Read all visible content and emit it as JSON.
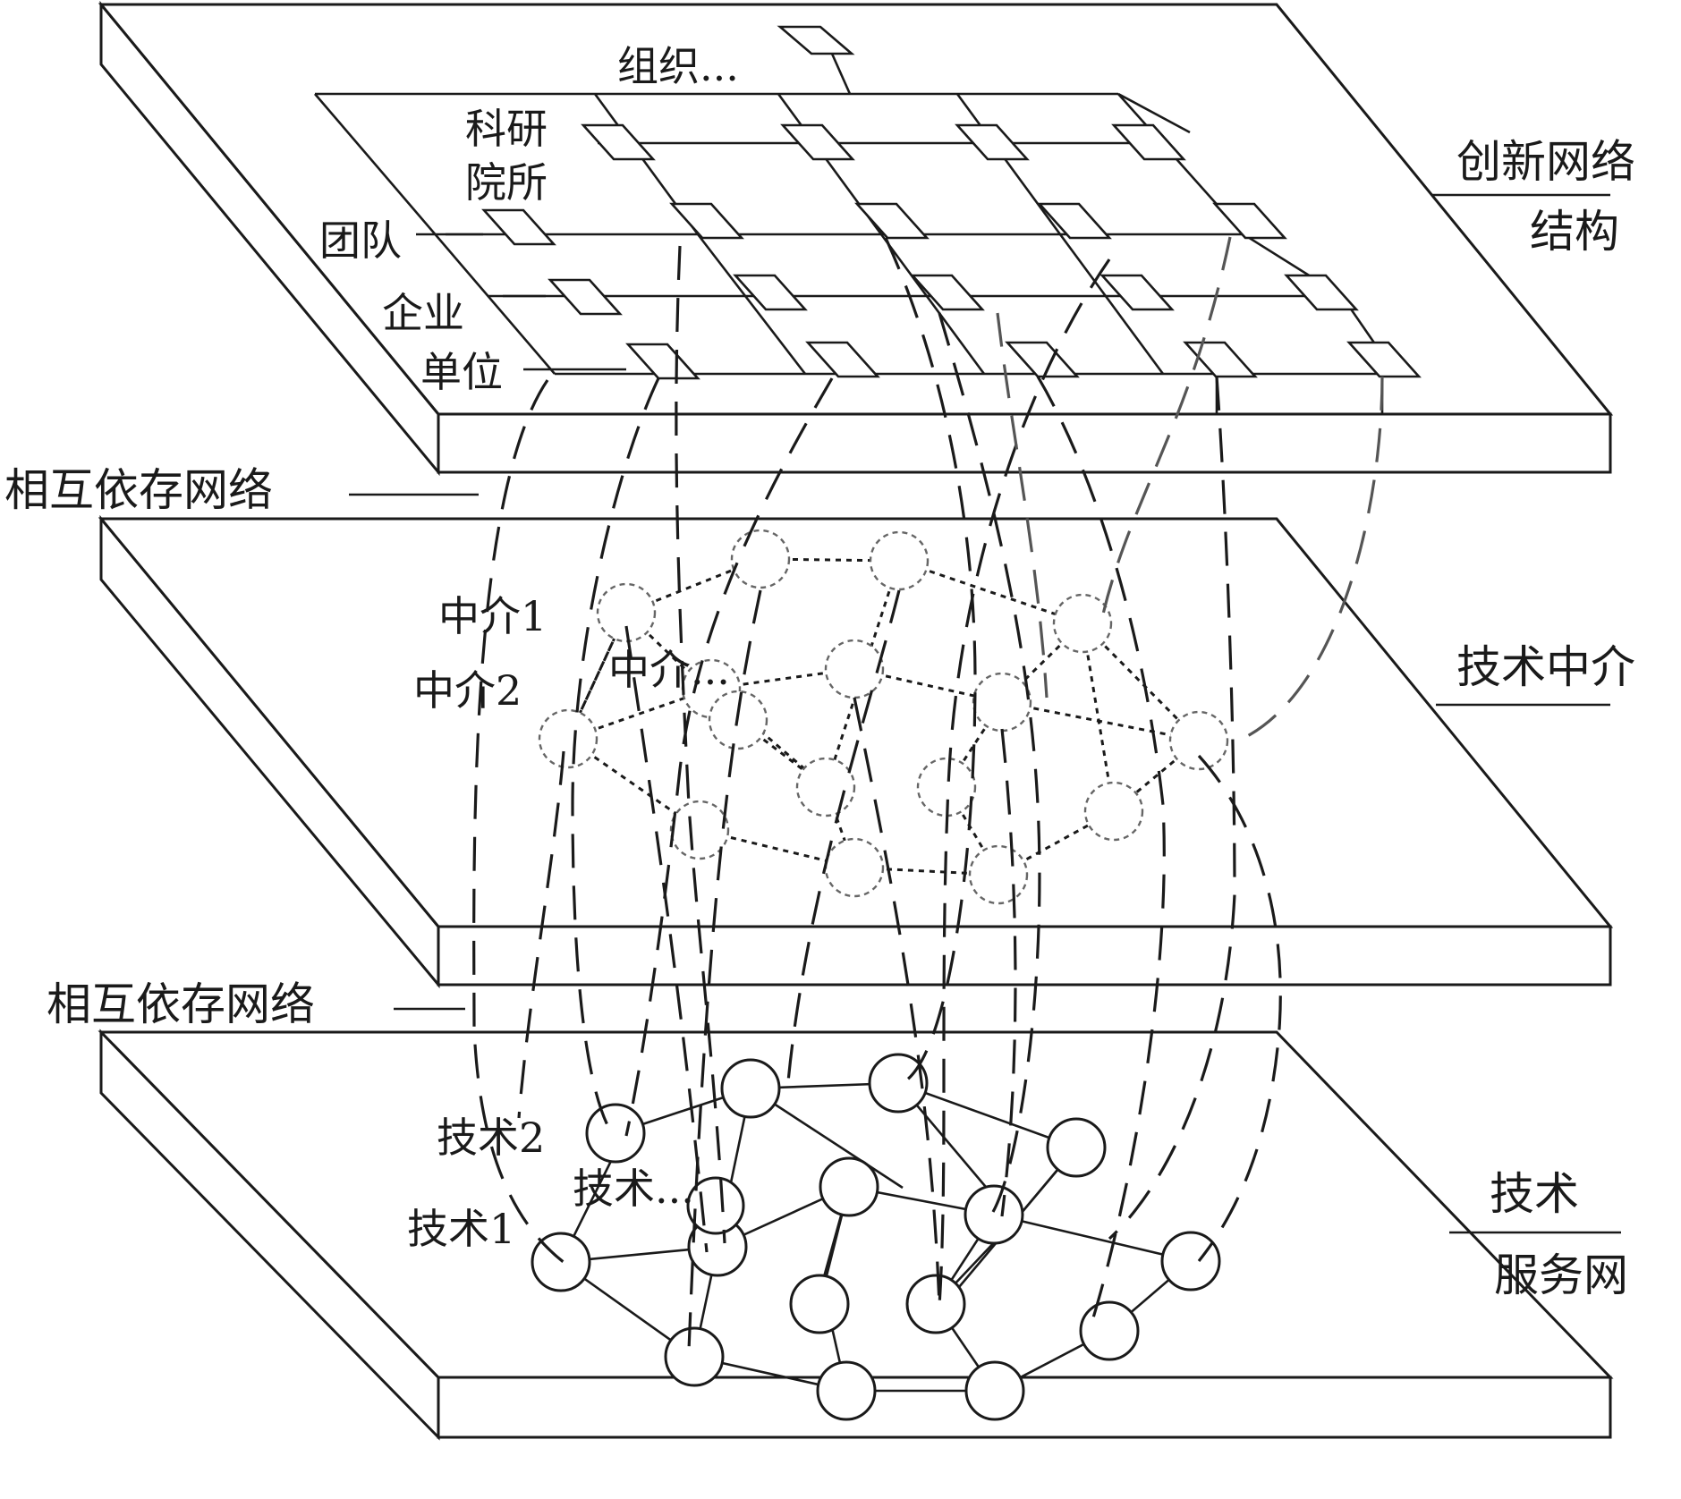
{
  "layers": {
    "top": {
      "name_line1": "创新网络",
      "name_line2": "结构",
      "nodes": {
        "org": "组织...",
        "research_line1": "科研",
        "research_line2": "院所",
        "team": "团队",
        "enterprise_line1": "企业",
        "enterprise_line2": "单位"
      }
    },
    "middle": {
      "name": "技术中介",
      "nodes": {
        "med1": "中介1",
        "med2": "中介2",
        "med_more": "中介..."
      }
    },
    "bottom": {
      "name_line1": "技术",
      "name_line2": "服务网",
      "nodes": {
        "tech2": "技术2",
        "tech_more": "技术...",
        "tech1": "技术1"
      }
    }
  },
  "interlayer": {
    "upper": "相互依存网络",
    "lower": "相互依存网络"
  }
}
